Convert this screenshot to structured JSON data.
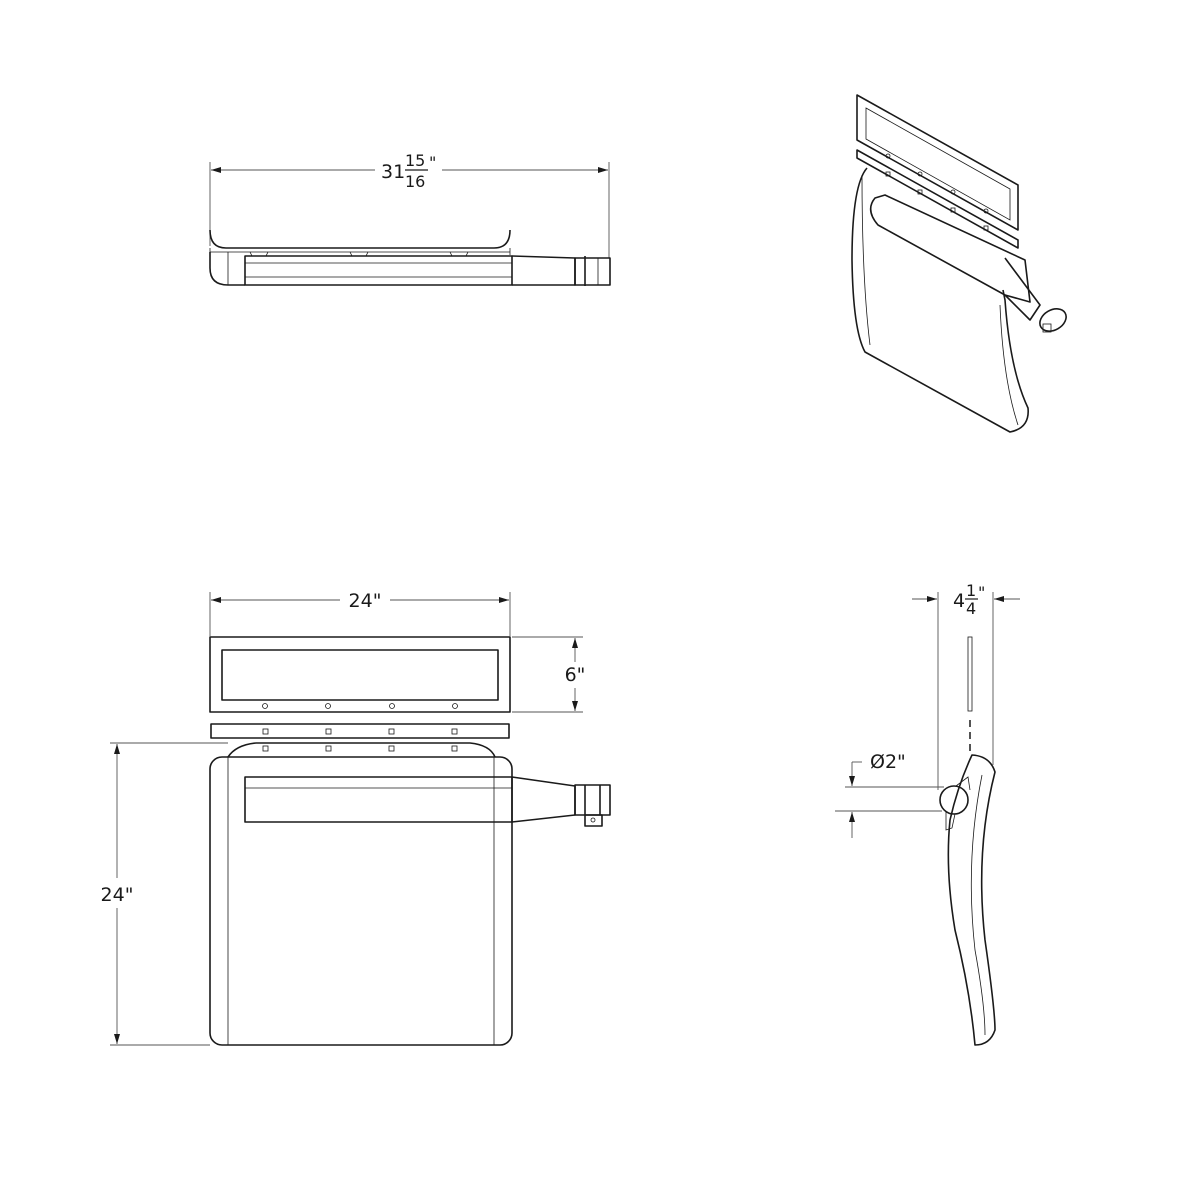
{
  "drawing": {
    "top_view": {
      "width_dim": {
        "whole": "31",
        "numerator": "15",
        "denominator": "16",
        "unit": "\""
      }
    },
    "front_view": {
      "width_dim": "24\"",
      "backrest_height_dim": "6\"",
      "seat_height_dim": "24\""
    },
    "side_view": {
      "depth_dim": {
        "whole": "4",
        "numerator": "1",
        "denominator": "4",
        "unit": "\""
      },
      "tube_diameter_dim": "Ø2\""
    },
    "line_color": "#1a1a1a",
    "background_color": "#ffffff"
  }
}
